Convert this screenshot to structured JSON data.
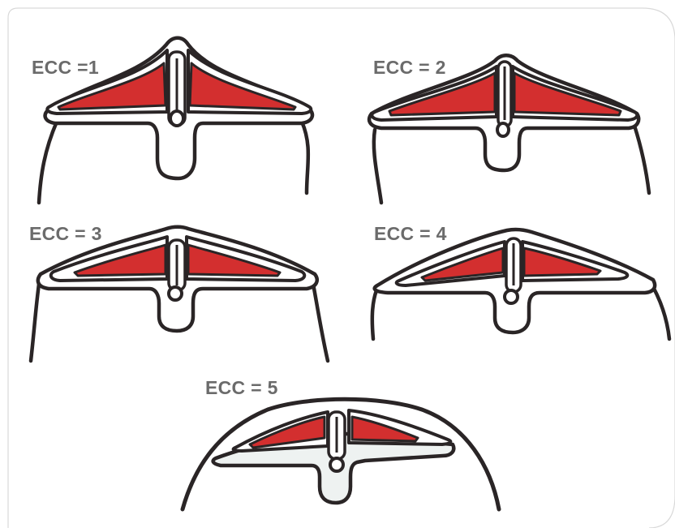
{
  "panels": [
    {
      "label": "ECC =1"
    },
    {
      "label": "ECC = 2"
    },
    {
      "label": "ECC = 3"
    },
    {
      "label": "ECC = 4"
    },
    {
      "label": "ECC = 5"
    }
  ],
  "colors": {
    "muscle": "#d32f2f",
    "outline": "#2a2526",
    "label": "#6b6b6b",
    "frame": "#d9d9d9",
    "spine_fill_ecc5": "#eef2f1"
  }
}
